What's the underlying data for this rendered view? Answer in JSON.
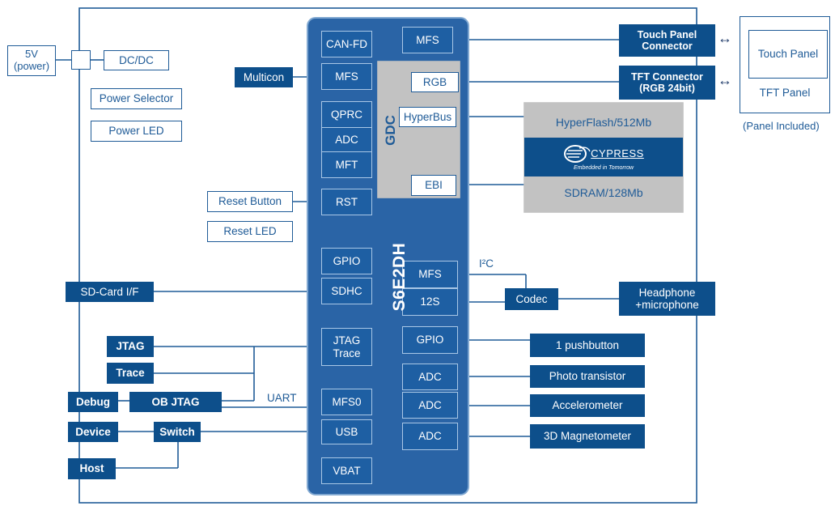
{
  "colors": {
    "line": "#1f5b97",
    "chip": "#2a64a6",
    "dark_block": "#0d4f8b",
    "gdc_gray": "#c2c2c2"
  },
  "chip": {
    "name": "S6E2DH",
    "cells": {
      "can_fd": "CAN-FD",
      "mfs_top": "MFS",
      "mfs_multicon": "MFS",
      "qprc": "QPRC",
      "adc": "ADC",
      "mft": "MFT",
      "rst": "RST",
      "gpio": "GPIO",
      "sdhc": "SDHC",
      "jtag_trace": "JTAG\nTrace",
      "mfs0": "MFS0",
      "usb": "USB",
      "vbat": "VBAT",
      "mfs_i2c": "MFS",
      "i2s": "12S",
      "gpio2": "GPIO",
      "adc1": "ADC",
      "adc2": "ADC",
      "adc3": "ADC"
    },
    "gdc": {
      "label": "GDC",
      "rgb": "RGB",
      "hyperbus": "HyperBus",
      "ebi": "EBI"
    }
  },
  "memory": {
    "hyperflash": "HyperFlash/512Mb",
    "sdram": "SDRAM/128Mb",
    "logo_text": "CYPRESS",
    "logo_tagline": "Embedded in Tomorrow"
  },
  "power": {
    "input": "5V\n(power)",
    "dcdc": "DC/DC",
    "selector": "Power Selector",
    "led": "Power LED"
  },
  "left_blocks": {
    "multicon": "Multicon",
    "reset_button": "Reset Button",
    "reset_led": "Reset LED",
    "sd_card": "SD-Card I/F",
    "jtag": "JTAG",
    "trace": "Trace",
    "debug": "Debug",
    "ob_jtag": "OB JTAG",
    "device": "Device",
    "switch": "Switch",
    "host": "Host",
    "uart_label": "UART"
  },
  "right_blocks": {
    "touch_connector": "Touch Panel\nConnector",
    "tft_connector": "TFT Connector\n(RGB 24bit)",
    "touch_panel": "Touch Panel",
    "tft_panel": "TFT Panel",
    "panel_note": "(Panel Included)",
    "codec": "Codec",
    "headphone": "Headphone\n+microphone",
    "i2c_label": "I²C",
    "pushbutton": "1 pushbutton",
    "photo": "Photo transistor",
    "accel": "Accelerometer",
    "magneto": "3D Magnetometer",
    "arrow1": "↔",
    "arrow2": "↔"
  }
}
